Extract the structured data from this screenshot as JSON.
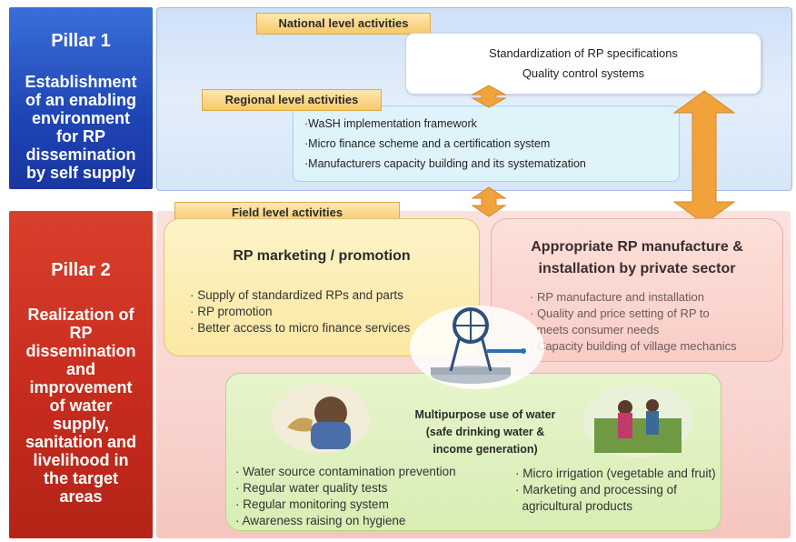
{
  "pillar1": {
    "title": "Pillar 1",
    "description_lines": [
      "Establishment",
      "of an enabling",
      "environment",
      "for RP",
      "dissemination",
      "by self supply"
    ]
  },
  "pillar2": {
    "title": "Pillar 2",
    "description_lines": [
      "Realization of",
      "RP",
      "dissemination",
      "and",
      "improvement",
      "of water",
      "supply,",
      "sanitation and",
      "livelihood in",
      "the target",
      "areas"
    ]
  },
  "national": {
    "label": "National level activities",
    "items": [
      "Standardization of RP specifications",
      "Quality control systems"
    ]
  },
  "regional": {
    "label": "Regional level activities",
    "items": [
      "·WaSH implementation framework",
      "·Micro finance scheme and a certification system",
      "·Manufacturers capacity building and its systematization"
    ]
  },
  "field": {
    "label": "Field level activities"
  },
  "marketing": {
    "title": "RP marketing / promotion",
    "items": [
      "· Supply of standardized RPs and parts",
      "· RP promotion",
      "· Better access to micro finance services"
    ]
  },
  "manufacture": {
    "title_lines": [
      "Appropriate RP manufacture &",
      "installation by private sector"
    ],
    "items": [
      "· RP manufacture and installation",
      "· Quality and price setting of RP to",
      "  meets consumer needs",
      "· Capacity building of village mechanics"
    ]
  },
  "multipurpose": {
    "title_lines": [
      "Multipurpose use of water",
      "(safe drinking water &",
      "income generation)"
    ],
    "left_items": [
      "· Water source contamination prevention",
      "· Regular water quality tests",
      "· Regular monitoring system",
      "· Awareness raising on hygiene"
    ],
    "right_items": [
      "· Micro irrigation (vegetable and fruit)",
      "· Marketing and processing of",
      "  agricultural products"
    ]
  },
  "colors": {
    "pillar1": "#1e45b5",
    "pillar2": "#c92d1f",
    "tab": "#f7c86a",
    "arrow": "#f2a23a"
  },
  "icons": [
    "rope-pump-icon",
    "drinking-water-photo",
    "irrigation-photo"
  ]
}
